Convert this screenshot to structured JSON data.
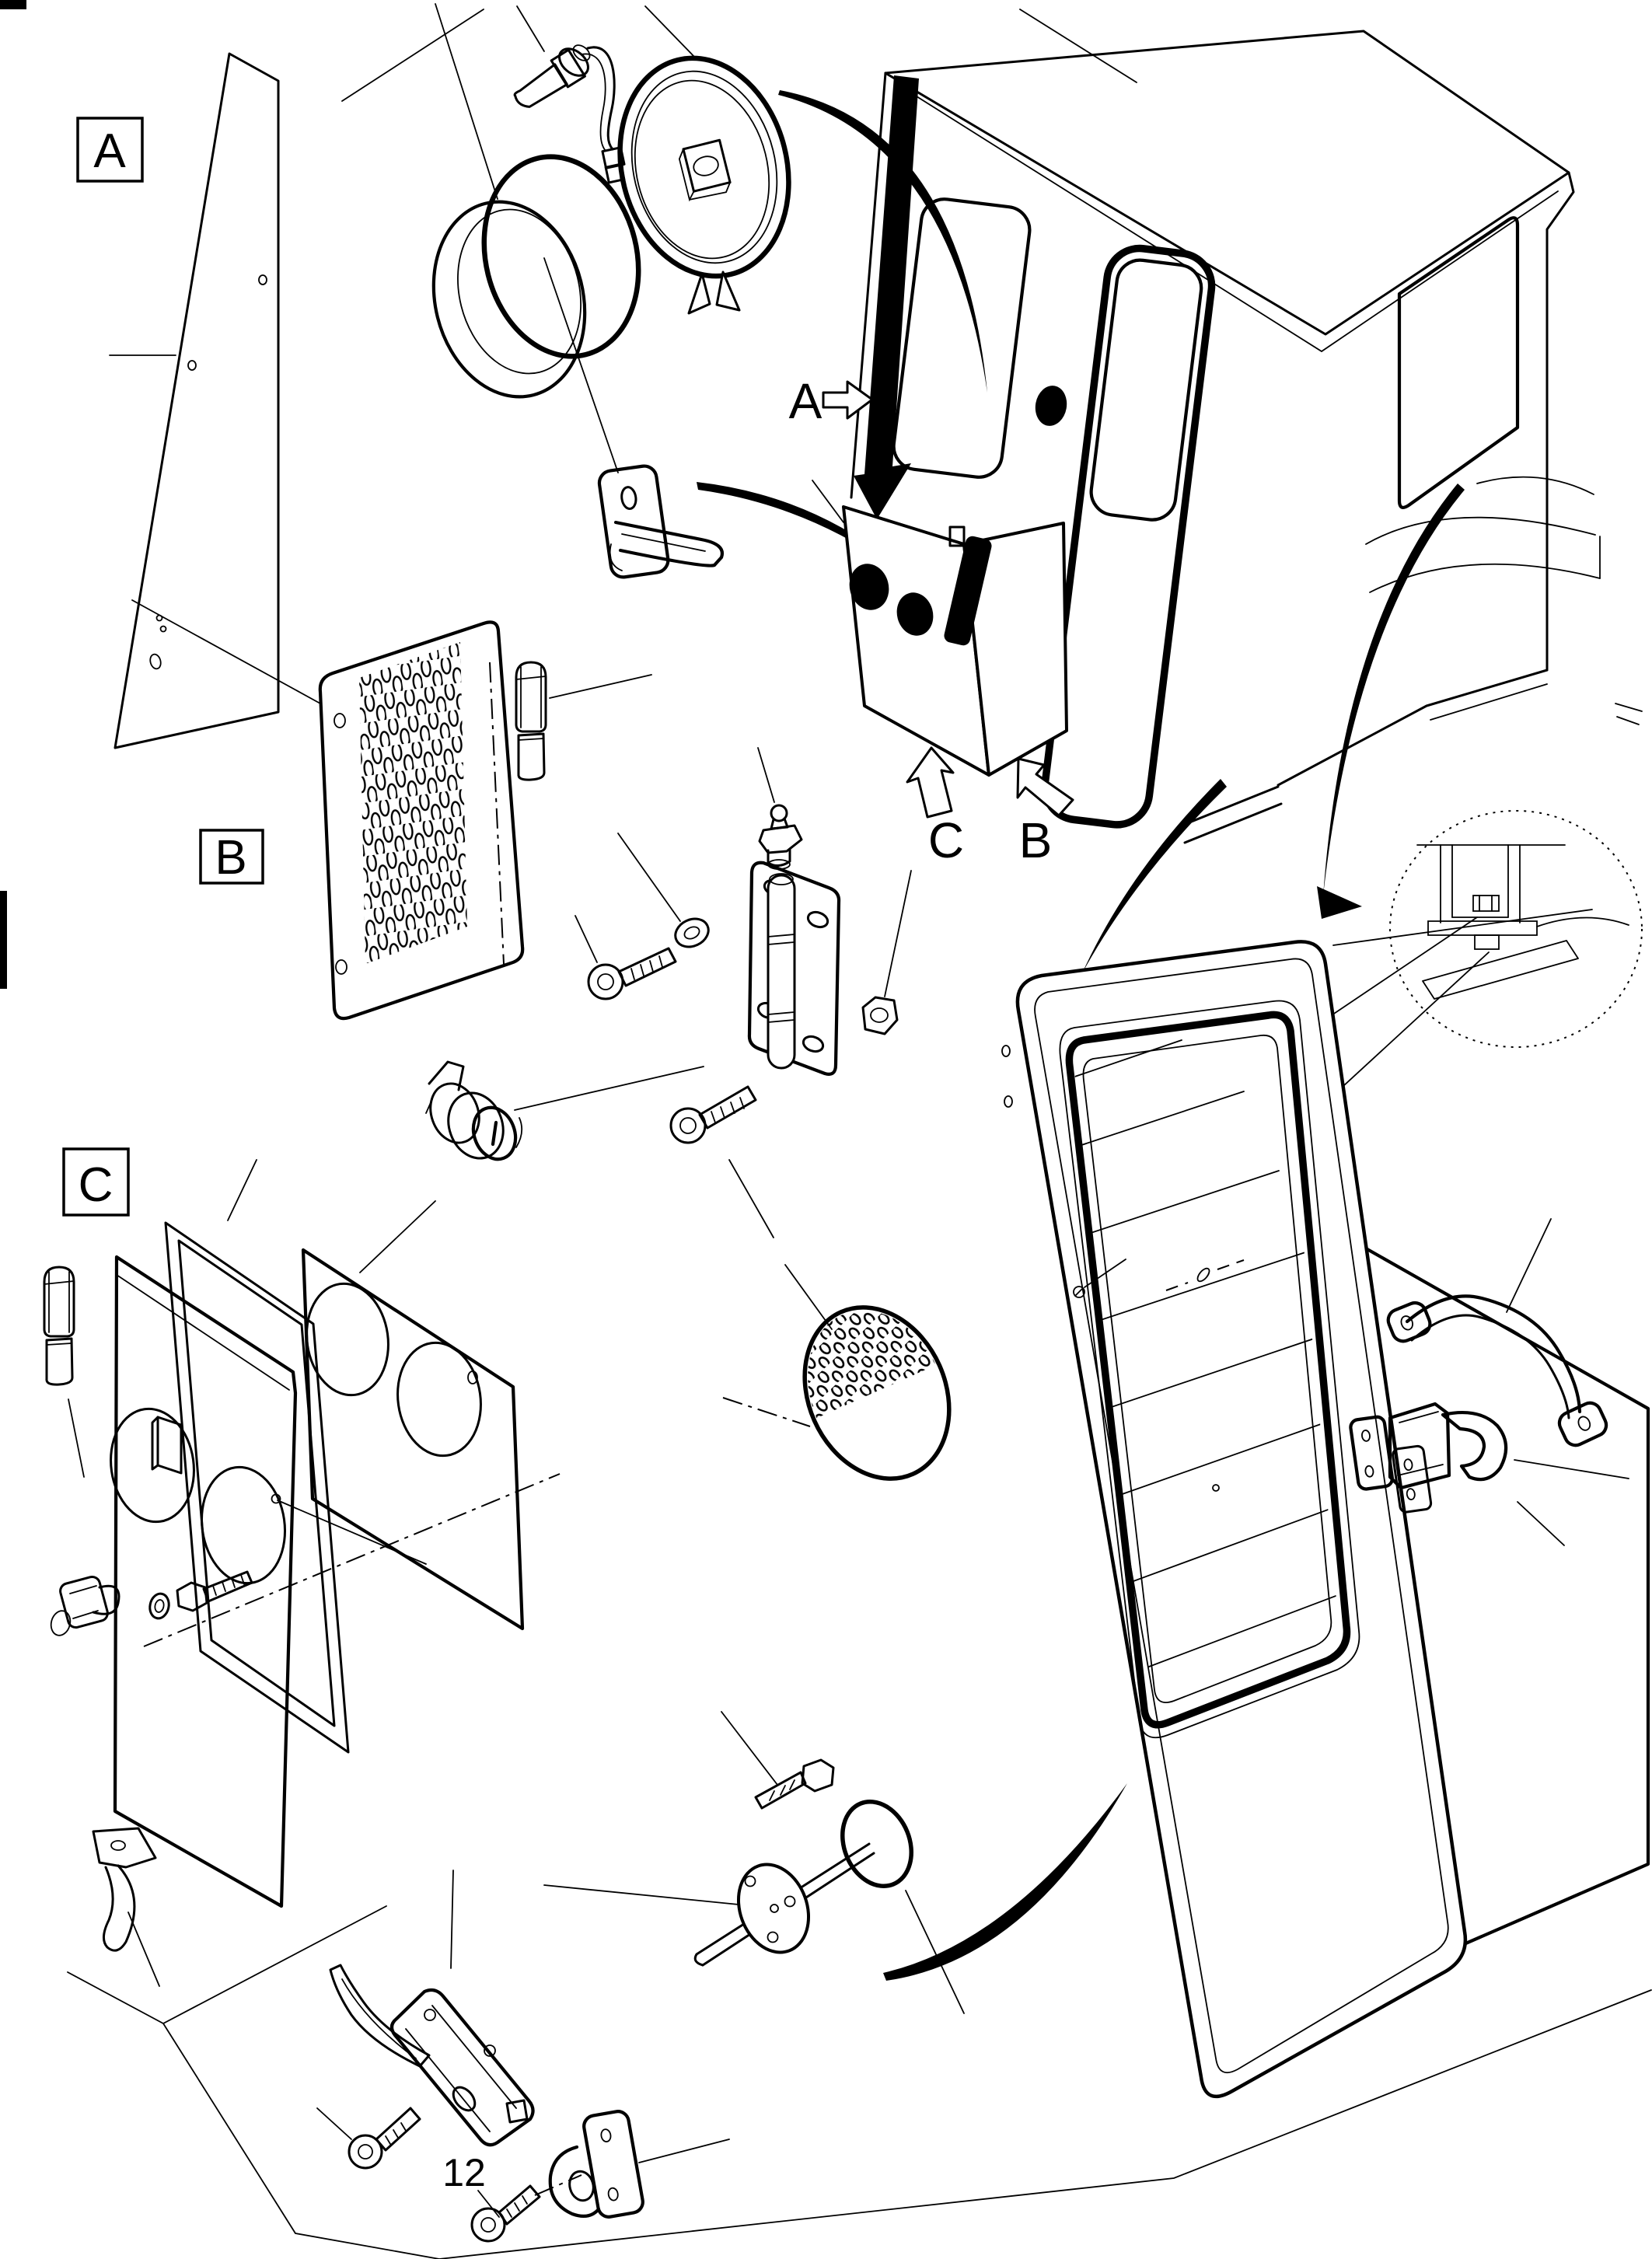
{
  "diagram": {
    "colors": {
      "line": "#000000",
      "background": "#ffffff"
    },
    "callouts": {
      "a": "A",
      "b": "B",
      "c": "C"
    },
    "view_labels": {
      "a": "A",
      "c": "C",
      "b": "B"
    },
    "part_numbers": {
      "item_12": "12"
    }
  }
}
